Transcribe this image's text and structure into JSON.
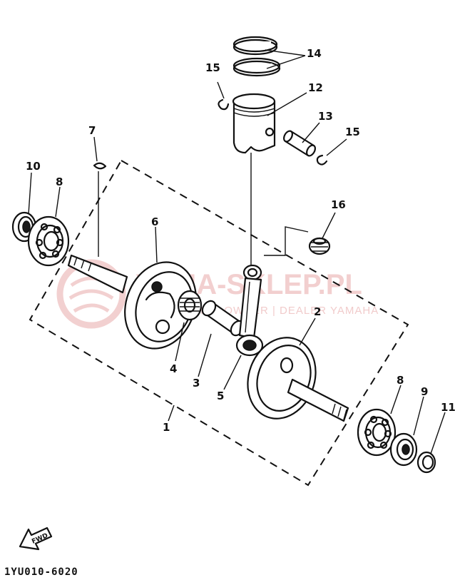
{
  "diagram": {
    "drawing_code": "1YU010-6020",
    "forward_marker": "FWD",
    "part_labels": {
      "p1": "1",
      "p2": "2",
      "p3": "3",
      "p4": "4",
      "p5": "5",
      "p6": "6",
      "p7": "7",
      "p8a": "8",
      "p8b": "8",
      "p9": "9",
      "p10": "10",
      "p11": "11",
      "p12": "12",
      "p13": "13",
      "p14": "14",
      "p15a": "15",
      "p15b": "15",
      "p16": "16"
    }
  },
  "watermark": {
    "brand": "YAMA-SKLEP.PL",
    "tagline": "WYNIK OWNER | DEALER YAMAHA"
  },
  "colors": {
    "ink": "#111111",
    "watermark": "#e8a9a9",
    "background": "#ffffff"
  }
}
